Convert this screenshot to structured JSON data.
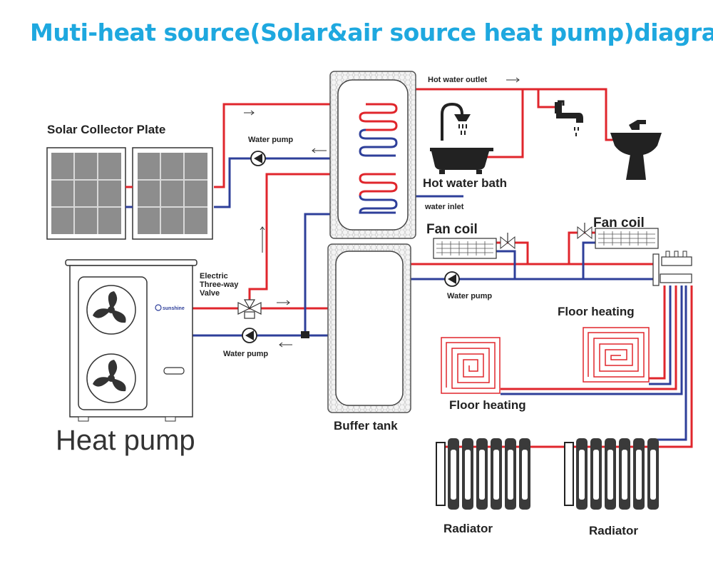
{
  "title": "Muti-heat source(Solar&air source heat pump)diagram",
  "labels": {
    "solar_collector": "Solar Collector Plate",
    "water_pump_top": "Water pump",
    "hot_water_outlet": "Hot water outlet",
    "hot_water_bath": "Hot water bath",
    "water_inlet": "water inlet",
    "fan_coil_left": "Fan coil",
    "fan_coil_right": "Fan coil",
    "valve_line1": "Electric",
    "valve_line2": "Three-way",
    "valve_line3": "Valve",
    "water_pump_mid": "Water pump",
    "water_pump_bottom": "Water pump",
    "floor_heating_right": "Floor heating",
    "floor_heating_left": "Floor heating",
    "buffer_tank": "Buffer  tank",
    "heat_pump": "Heat pump",
    "radiator_left": "Radiator",
    "radiator_right": "Radiator",
    "brand": "sunshine"
  },
  "colors": {
    "title": "#1ea8df",
    "hot_pipe": "#e0262c",
    "cold_pipe": "#2e3f9a"
  }
}
